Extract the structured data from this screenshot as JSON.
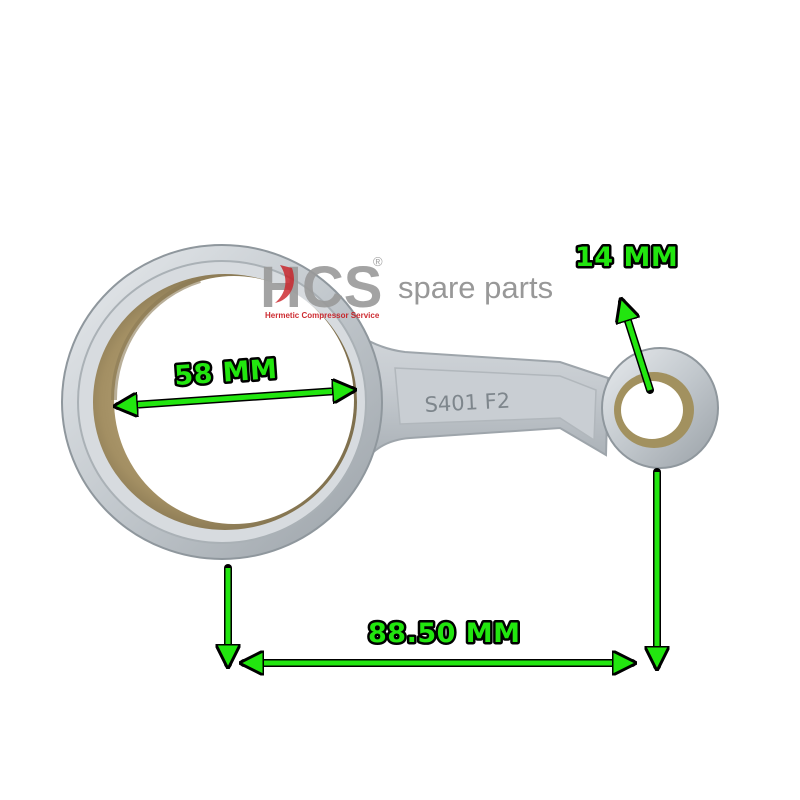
{
  "watermark": {
    "brand": "HCS",
    "tagline": "Hermetic Compressor Service",
    "suffix": "spare parts",
    "registered": "®"
  },
  "part": {
    "marking": "S401 F2"
  },
  "dimensions": {
    "big_end_diameter": "58 MM",
    "small_end_diameter": "14 MM",
    "center_distance": "88.50 MM"
  },
  "colors": {
    "arrow": "#22e60f",
    "arrow_outline": "#000000",
    "metal": "#c3c8cd",
    "bushing": "#a8956a",
    "logo_red": "#c8151b"
  }
}
